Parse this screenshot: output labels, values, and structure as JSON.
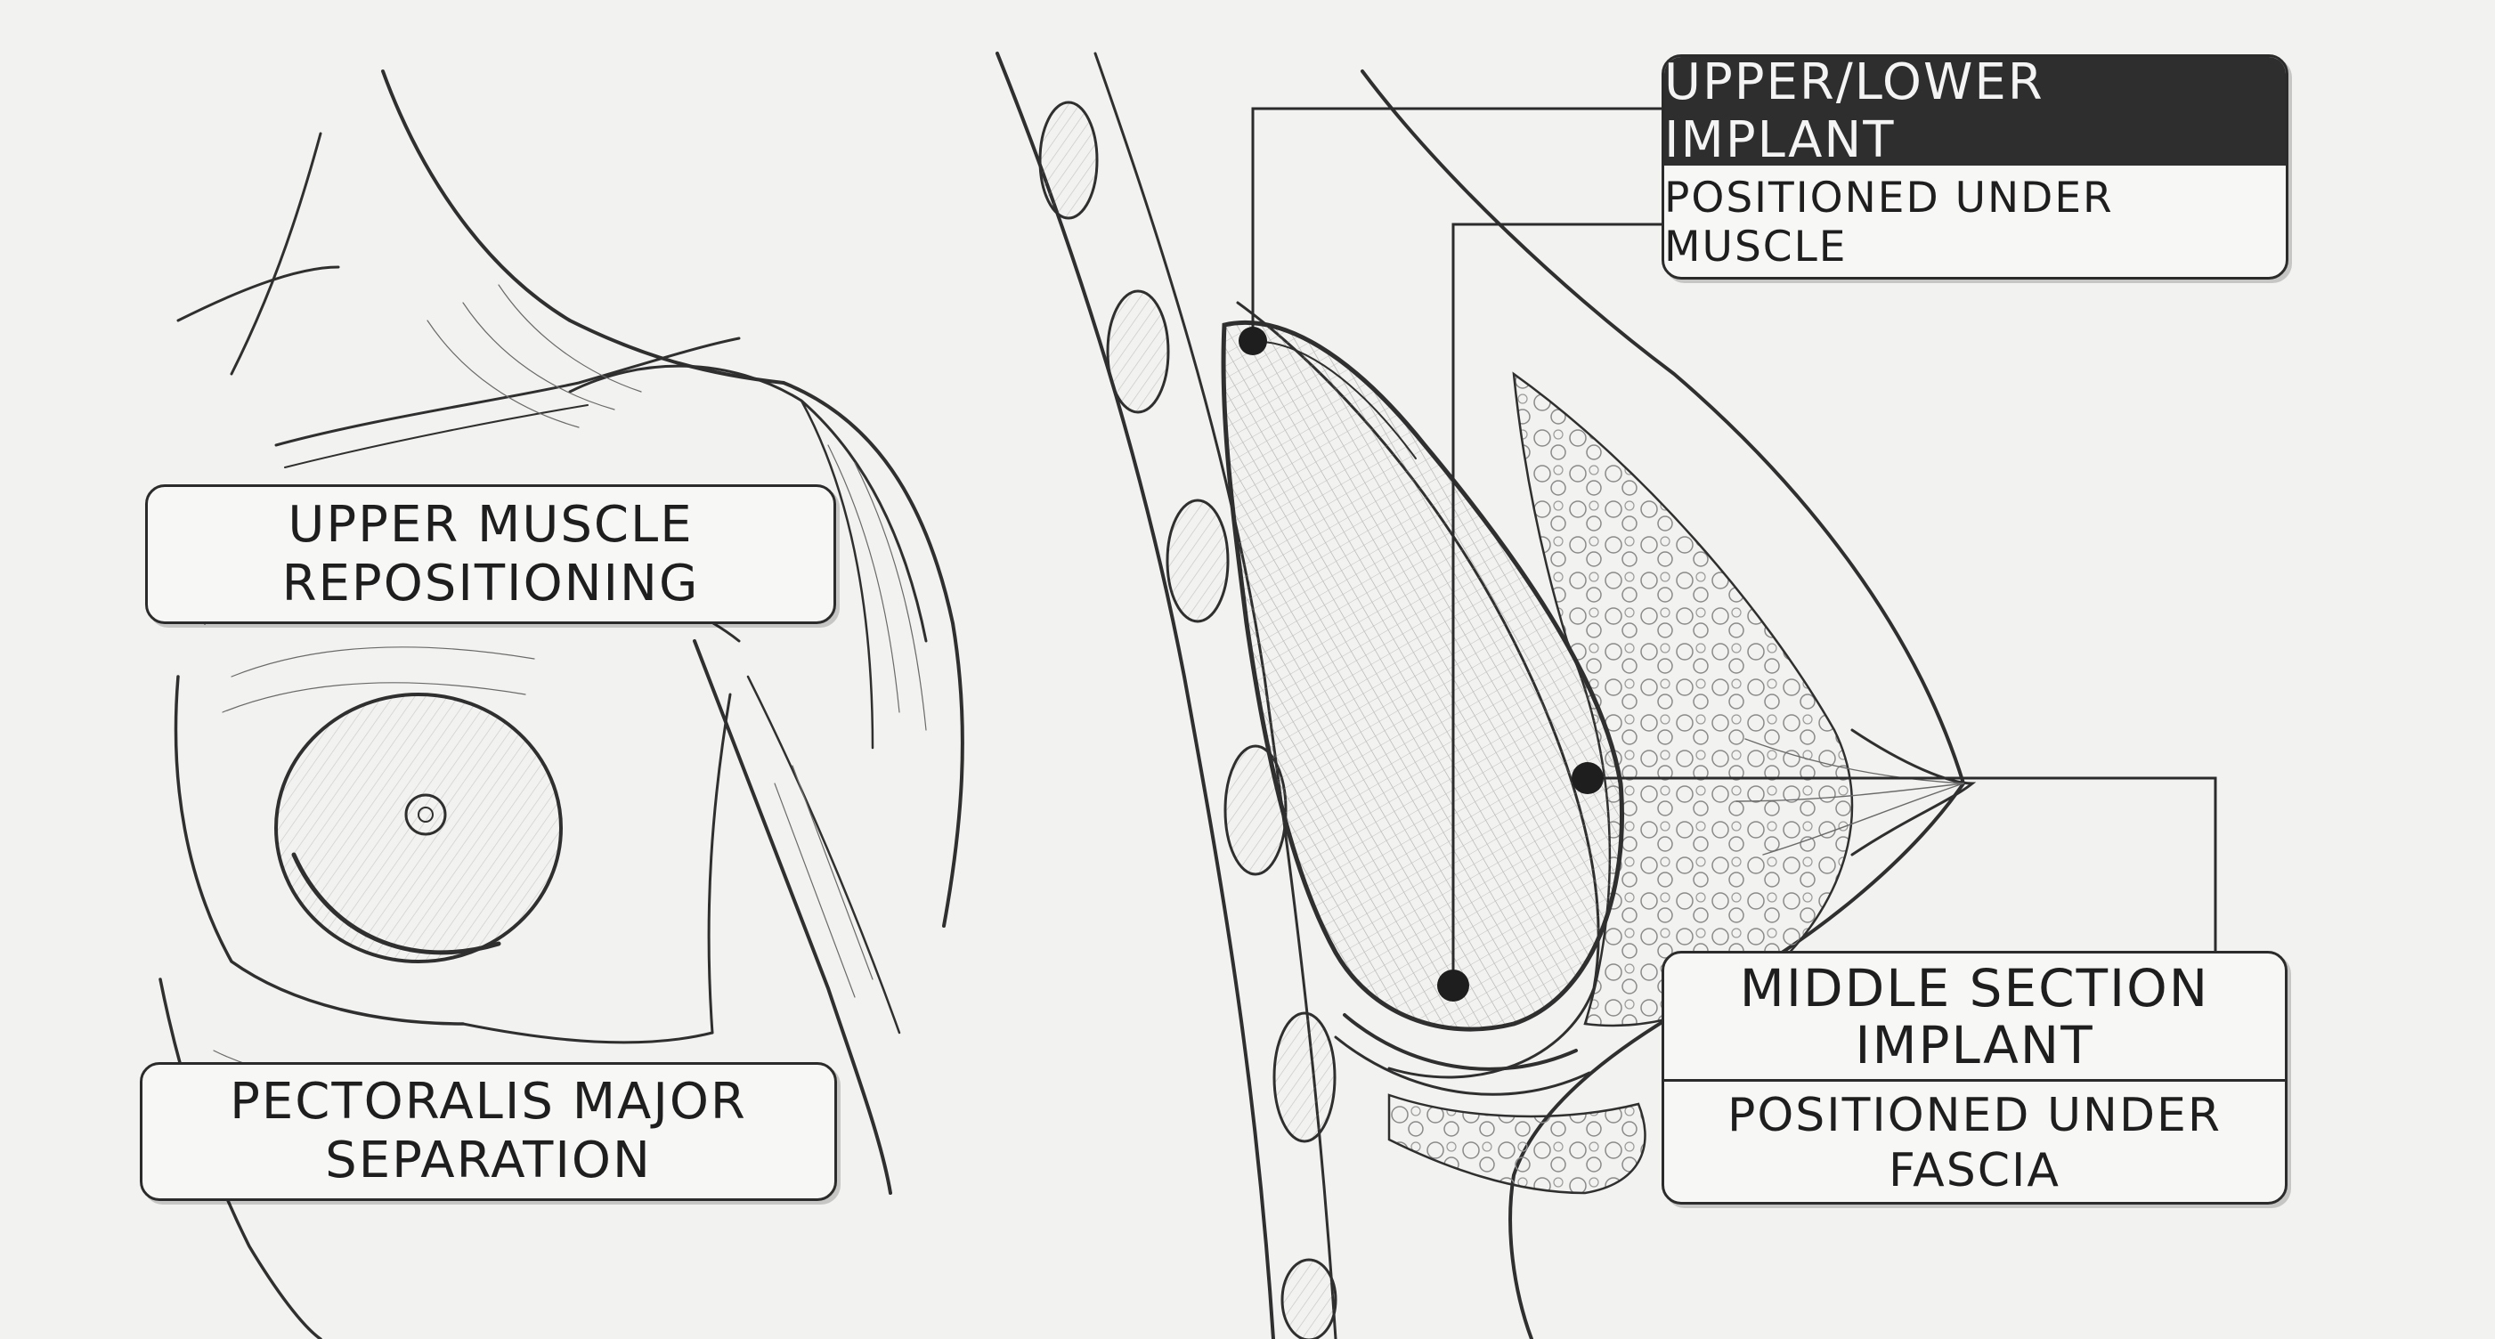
{
  "labels": {
    "upper_muscle": [
      "UPPER MUSCLE",
      "REPOSITIONING"
    ],
    "pectoralis": [
      "PECTORALIS MAJOR",
      "SEPARATION"
    ]
  },
  "callouts": {
    "upper_lower": {
      "title": "UPPER/LOWER IMPLANT",
      "subtitle": "POSITIONED UNDER MUSCLE"
    },
    "middle": {
      "title": [
        "MIDDLE SECTION",
        "IMPLANT"
      ],
      "subtitle": [
        "POSITIONED UNDER",
        "FASCIA"
      ]
    }
  },
  "colors": {
    "ink": "#2b2b2b",
    "paper": "#f2f2f0",
    "header_fill": "#2e2e2e"
  }
}
